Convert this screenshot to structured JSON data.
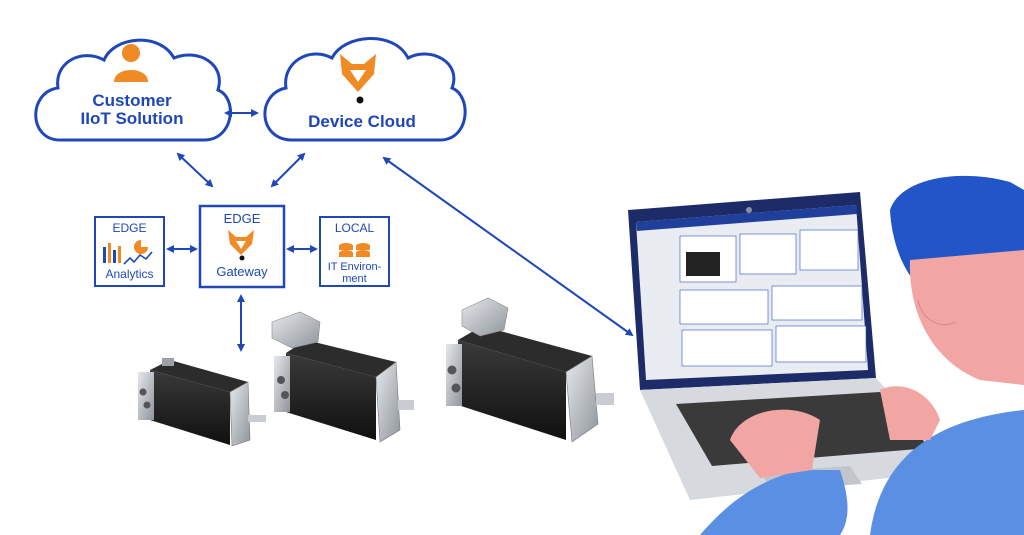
{
  "colors": {
    "blue": "#1f47b8",
    "orange": "#f08a24",
    "motor_black": "#1e1e1e",
    "silver": "#b8bcc2",
    "skin": "#f2a6a4",
    "hair": "#2255c8",
    "shirt": "#5b8fe3"
  },
  "clouds": {
    "customer": {
      "line1": "Customer",
      "line2": "IIoT Solution",
      "icon": "person-icon"
    },
    "device": {
      "label": "Device Cloud",
      "icon": "fox-logo-icon"
    }
  },
  "boxes": {
    "edge_analytics": {
      "top": "EDGE",
      "bottom": "Analytics",
      "icon": "analytics-chart-icon"
    },
    "edge_gateway": {
      "top": "EDGE",
      "bottom": "Gateway",
      "icon": "fox-logo-icon"
    },
    "local_it": {
      "top": "LOCAL",
      "line2": "IT Environ-",
      "line3": "ment",
      "icon": "database-stack-icon"
    }
  },
  "devices": [
    "servo-motor-small",
    "servo-motor-medium",
    "servo-motor-large"
  ],
  "laptop": {
    "screen": "dashboard-screen",
    "user": "person-at-laptop"
  }
}
